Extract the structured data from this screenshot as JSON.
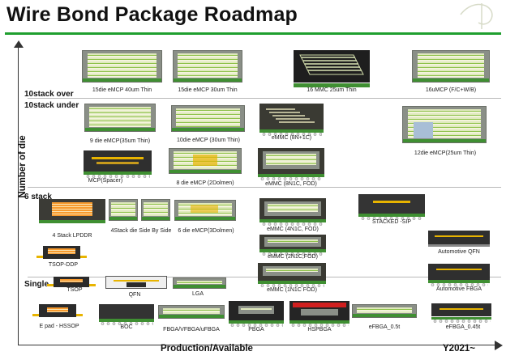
{
  "title": "Wire Bond Package Roadmap",
  "axes": {
    "y_label": "Number of die",
    "x_label": "Production/Available",
    "year_label": "Y2021~"
  },
  "tiers": {
    "over10": "10stack  over",
    "under10": "10stack  under",
    "six": "6 stack",
    "single": "Single"
  },
  "packages": {
    "p15die": "15die eMCP 40um Thin",
    "p15die30": "15die eMCP 30um Thin",
    "p16mmc": "16 MMC 25um Thin",
    "p16umcp": "16uMCP (F/C+W/B)",
    "p9die": "9 die eMCP(35um Thin)",
    "p10die": "10die   eMCP (30um Thin)",
    "pemmc8n1c": "eMMC (8N+1C)",
    "p12die": "12die   eMCP(25um Thin)",
    "pmcpspacer": "MCP(Spacer)",
    "p8die": "8 die eMCP (2Dolmen)",
    "pemmc8n1cfod": "eMMC (8N1C, FOD)",
    "p4stack": "4 Stack LPDDR",
    "p4stackside": "4Stack die Side By Side",
    "p6die": "6 die eMCP(3Dolmen)",
    "pemmc4n1c": "eMMC (4N1C, FOD)",
    "pstackedsip": "STACKED -SIP",
    "ptsopddp": "TSOP-DDP",
    "pemmc2n1c": "eMMC (2N1C,FOD)",
    "pautoqfn": "Automotive QFN",
    "ptsop": "TSOP",
    "pqfn": "QFN",
    "plga": "LGA",
    "pemmc1n1c": "eMMC (1N1C FOD)",
    "pautofbga": "Automotive FBGA",
    "phssop": "E pad - HSSOP",
    "pboc": "BOC",
    "pfbga": "FBGA/VFBGA/uFBGA",
    "ppbga": "PBGA",
    "phspbga": "HSPBGA",
    "pefbga05": "eFBGA_0.5t",
    "pefbga045": "eFBGA_0.45t"
  },
  "colors": {
    "rule": "#1f9f2f",
    "substrate": "#3f8f32",
    "die": "#8ec24a",
    "wire": "#e8b400",
    "leadframe": "#2b2b2b",
    "hsp_red": "#d11f1f"
  }
}
